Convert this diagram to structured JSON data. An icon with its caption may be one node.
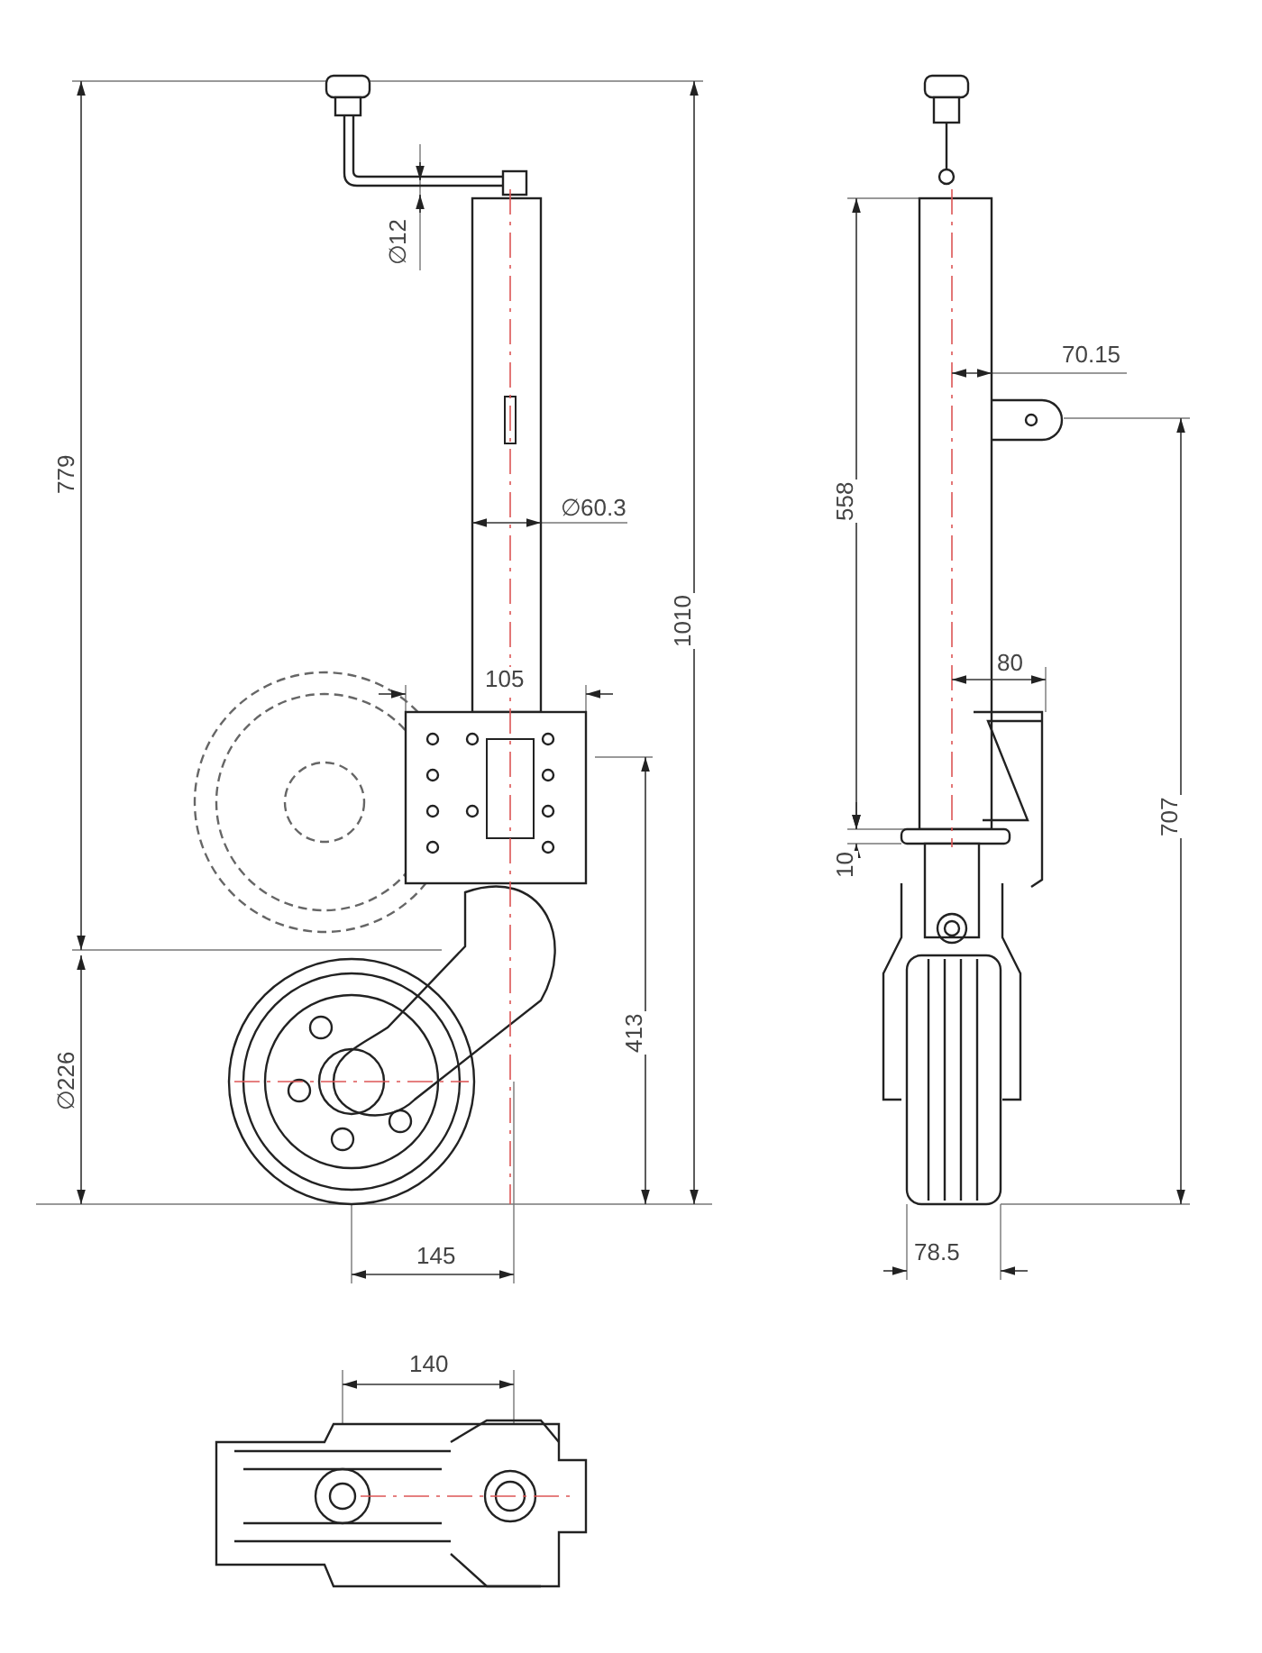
{
  "diagram": {
    "labels": [
      "∅12",
      "∅60.3",
      "779",
      "1010",
      "105",
      "∅226",
      "413",
      "145",
      "70.15",
      "558",
      "80",
      "10",
      "707",
      "78.5",
      "140"
    ]
  }
}
